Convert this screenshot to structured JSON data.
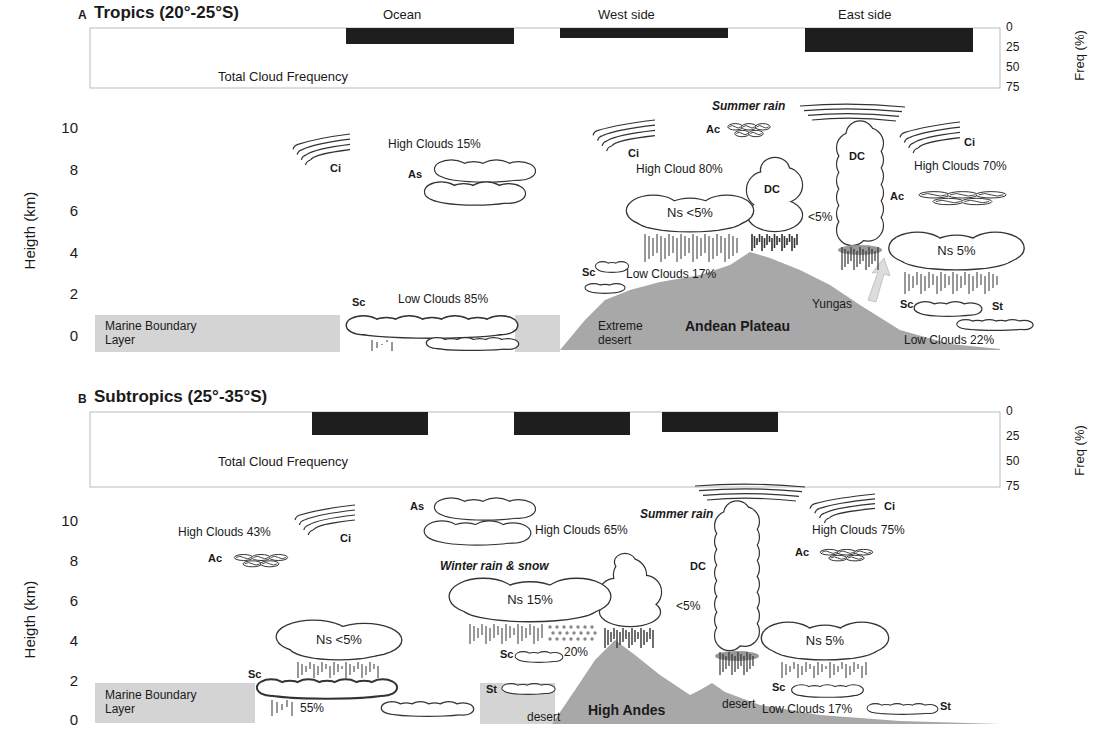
{
  "diagram": {
    "nodes": [
      {
        "text": [
          "Marine Boundary Layer"
        ]
      },
      {
        "text": [
          "Ns <5%"
        ]
      },
      {
        "text": [
          "Ns 5%"
        ]
      },
      {
        "text": [
          "Marine Boundary Layer"
        ]
      },
      {
        "text": [
          "Ns <5%"
        ]
      },
      {
        "text": [
          "Ns 15%"
        ]
      },
      {
        "text": [
          "Ns 5%"
        ]
      }
    ],
    "labels": [
      "A",
      "Tropics (20°-25°S)",
      "Ocean",
      "West side",
      "East side",
      "Total Cloud Frequency",
      "0",
      "25",
      "50",
      "75",
      "Freq (%)",
      "10",
      "8",
      "6",
      "4",
      "2",
      "0",
      "Heigth (km)",
      "Ci",
      "High Clouds 15%",
      "As",
      "Sc",
      "Low Clouds 85%",
      "Summer rain",
      "Ci",
      "Ac",
      "High Cloud 80%",
      "DC",
      "DC",
      "<5%",
      "Sc",
      "Low Clouds 17%",
      "Extreme desert",
      "Andean Plateau",
      "Yungas",
      "Ci",
      "High Clouds 70%",
      "Ac",
      "Sc",
      "St",
      "Low Clouds 22%",
      "B",
      "Subtropics (25°-35°S)",
      "Total Cloud Frequency",
      "0",
      "25",
      "50",
      "75",
      "Freq (%)",
      "10",
      "8",
      "6",
      "4",
      "2",
      "0",
      "Heigth (km)",
      "High Clouds 43%",
      "Ci",
      "Ac",
      "As",
      "High Clouds 65%",
      "Winter rain & snow",
      "Summer rain",
      "DC",
      "<5%",
      "High Clouds 75%",
      "Ci",
      "Ac",
      "Sc",
      "55%",
      "Sc",
      "20%",
      "St",
      "High Andes",
      "desert",
      "desert",
      "Sc",
      "St",
      "Low Clouds 17%"
    ]
  }
}
